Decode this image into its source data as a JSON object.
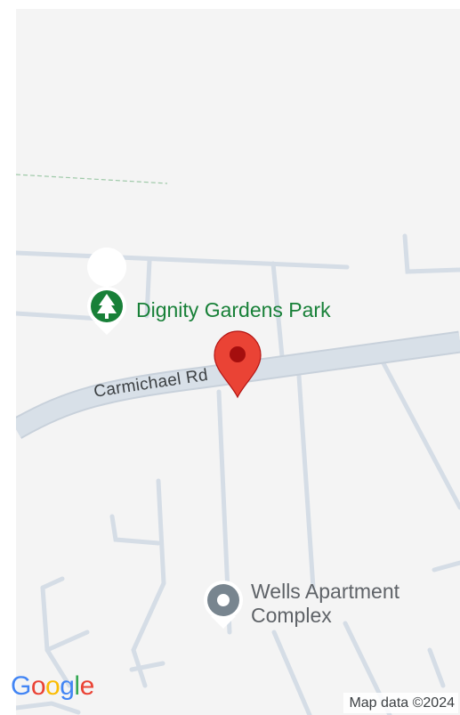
{
  "map": {
    "places": {
      "park": {
        "name": "Dignity Gardens Park",
        "icon": "tree-icon",
        "color": "#188038"
      },
      "apartments_line1": "Wells Apartment",
      "apartments_line2": "Complex",
      "apartments_icon": "place-marker-icon"
    },
    "streets": {
      "main": "Carmichael Rd"
    },
    "pin": {
      "icon": "map-pin-icon",
      "color": "#ea4335"
    },
    "branding": {
      "logo": "Google",
      "logo_colors": [
        "#4285f4",
        "#ea4335",
        "#fbbc04",
        "#4285f4",
        "#34a853",
        "#ea4335"
      ]
    },
    "attribution": "Map data ©2024",
    "colors": {
      "background": "#f4f4f4",
      "road": "#d5dde6",
      "road_edge": "#c3ccd6"
    }
  }
}
